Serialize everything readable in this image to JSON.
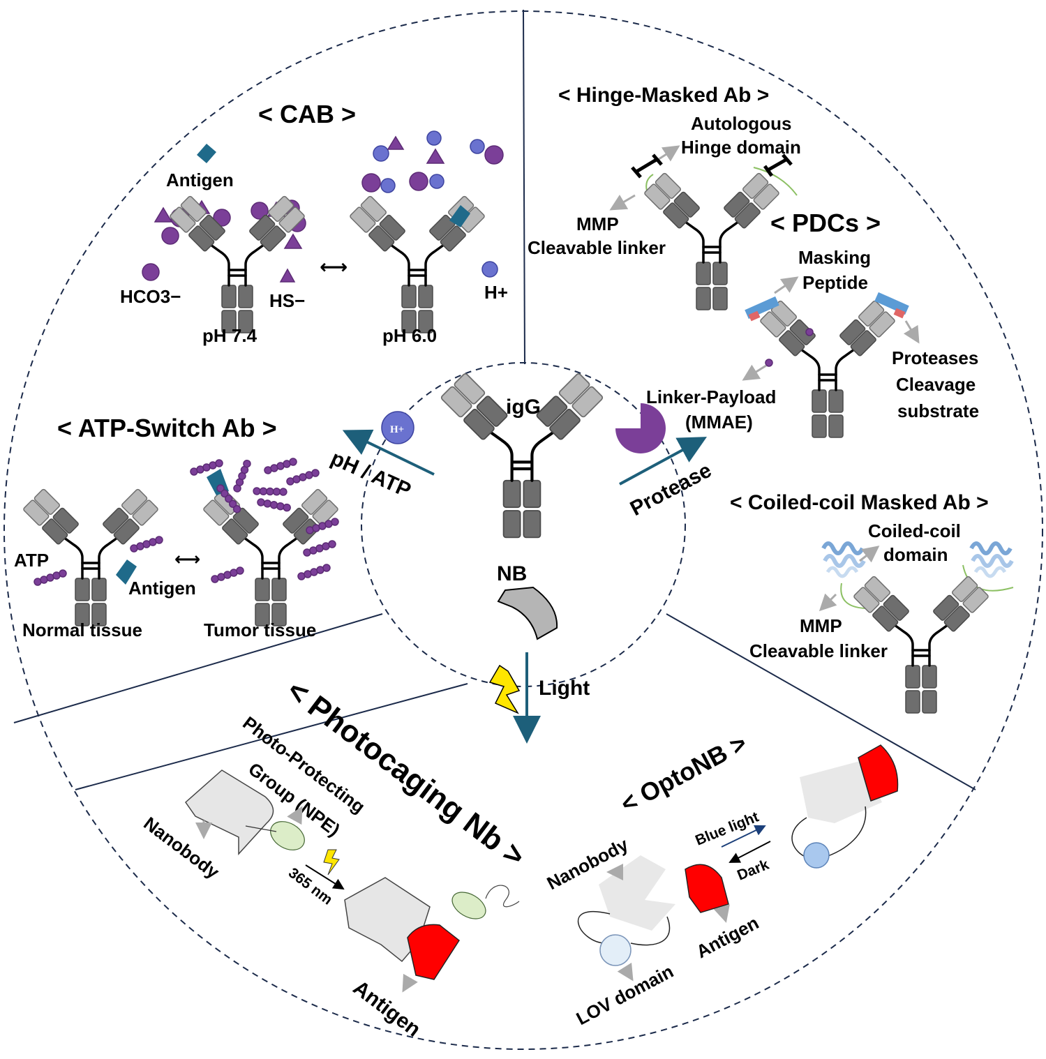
{
  "center": {
    "igg_label": "igG",
    "nb_label": "NB",
    "hplus_symbol": "H+",
    "arrow_ph_atp": "pH / ATP",
    "arrow_protease": "Protease",
    "arrow_light": "Light"
  },
  "cab": {
    "title": "< CAB >",
    "antigen": "Antigen",
    "hco3": "HCO3−",
    "hs": "HS−",
    "hplus": "H+",
    "ph_left": "pH 7.4",
    "ph_right": "pH 6.0",
    "equilibrium": "⟷"
  },
  "hinge": {
    "title": "< Hinge-Masked Ab >",
    "autologous_line1": "Autologous",
    "autologous_line2": "Hinge domain",
    "mmp_line1": "MMP",
    "mmp_line2": "Cleavable linker"
  },
  "pdc": {
    "title": "< PDCs >",
    "masking_line1": "Masking",
    "masking_line2": "Peptide",
    "protease_line1": "Proteases",
    "protease_line2": "Cleavage",
    "protease_line3": "substrate",
    "payload_line1": "Linker-Payload",
    "payload_line2": "(MMAE)"
  },
  "coiled": {
    "title": "< Coiled-coil Masked Ab >",
    "domain_line1": "Coiled-coil",
    "domain_line2": "domain",
    "mmp_line1": "MMP",
    "mmp_line2": "Cleavable linker"
  },
  "atp": {
    "title": "< ATP-Switch Ab >",
    "atp_label": "ATP",
    "antigen": "Antigen",
    "normal": "Normal tissue",
    "tumor": "Tumor tissue",
    "equilibrium": "⟷"
  },
  "photocaging": {
    "title": "< Photocaging Nb >",
    "group_line1": "Photo-Protecting",
    "group_line2": "Group (NPE)",
    "nanobody": "Nanobody",
    "wavelength": "365 nm",
    "antigen": "Antigen"
  },
  "optonb": {
    "title": "< OptoNB >",
    "blue_light": "Blue light",
    "dark": "Dark",
    "nanobody": "Nanobody",
    "lov": "LOV domain",
    "antigen": "Antigen"
  },
  "colors": {
    "arrow": "#1d5f7a",
    "purple": "#7b3f98",
    "hplus": "#6a72cf",
    "antigen_red": "#ff0000",
    "antigen_teal": "#1f6a8a",
    "masking_blue": "#5b9bd5",
    "linker_green": "#8cc063"
  }
}
